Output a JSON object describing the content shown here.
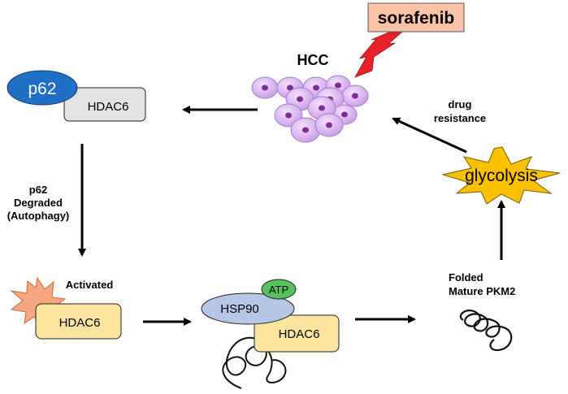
{
  "labels": {
    "sorafenib": "sorafenib",
    "hcc": "HCC",
    "p62": "p62",
    "hdac6_top": "HDAC6",
    "degraded_line1": "p62",
    "degraded_line2": "Degraded",
    "degraded_line3": "(Autophagy)",
    "activated": "Activated",
    "hdac6_activated": "HDAC6",
    "atp": "ATP",
    "hsp90": "HSP90",
    "hdac6_complex": "HDAC6",
    "folded_line1": "Folded",
    "folded_line2": "Mature PKM2",
    "glycolysis": "glycolysis",
    "drug_line1": "drug",
    "drug_line2": "resistance"
  },
  "colors": {
    "sorafenib_box": "#FAC3A8",
    "lightning": "#E8212B",
    "cell_fill": "#D6AEEC",
    "cell_nucleus": "#7F2C9B",
    "p62_fill": "#1F6FC4",
    "hdac6_gray": "#E3E3E3",
    "hdac6_yellow": "#FBE49D",
    "starburst_orange": "#F6A77F",
    "hsp90_fill": "#B6C7E6",
    "atp_fill": "#56C25B",
    "glycolysis_fill": "#F9C100"
  }
}
